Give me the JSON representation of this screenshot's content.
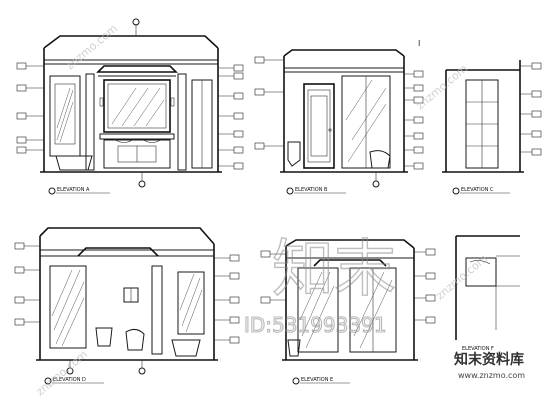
{
  "panels": [
    {
      "title": "ELEVATION A"
    },
    {
      "title": "ELEVATION B"
    },
    {
      "title": "ELEVATION C"
    },
    {
      "title": "ELEVATION D"
    },
    {
      "title": "ELEVATION E"
    },
    {
      "title": "ELEVATION F"
    }
  ],
  "sheet_mark": "I",
  "watermark": {
    "logo_text": "知末",
    "id_text": "ID:531993391",
    "diagonal_text": "znzmo.com",
    "brand_cn": "知末资料库",
    "brand_url": "www.znzmo.com"
  }
}
